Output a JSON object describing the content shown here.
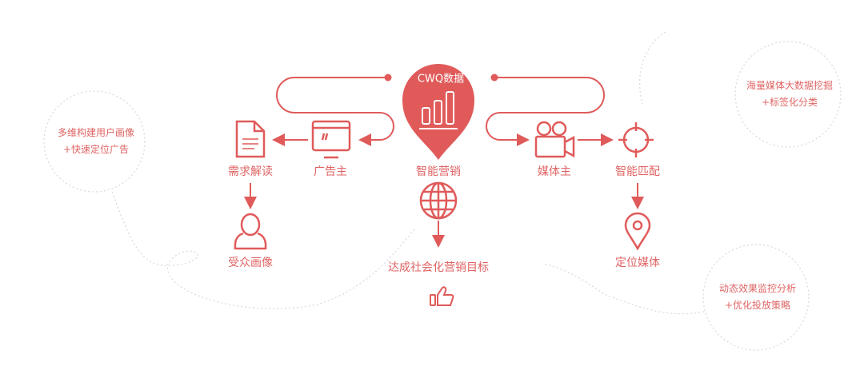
{
  "colors": {
    "accent": "#e05a5a",
    "dashed": "#cfcfd6"
  },
  "hub": {
    "title": "CWQ数据",
    "label": "智能营销"
  },
  "left": {
    "advertiser": "广告主",
    "needs": "需求解读",
    "audience": "受众画像"
  },
  "right": {
    "media_owner": "媒体主",
    "matching": "智能匹配",
    "positioning": "定位媒体"
  },
  "goal": "达成社会化营销目标",
  "notes": {
    "left": [
      "多维构建用户画像",
      "+快速定位广告"
    ],
    "top_right": [
      "海量媒体大数据挖掘",
      "+标签化分类"
    ],
    "bottom_right": [
      "动态效果监控分析",
      "+优化投放策略"
    ]
  }
}
